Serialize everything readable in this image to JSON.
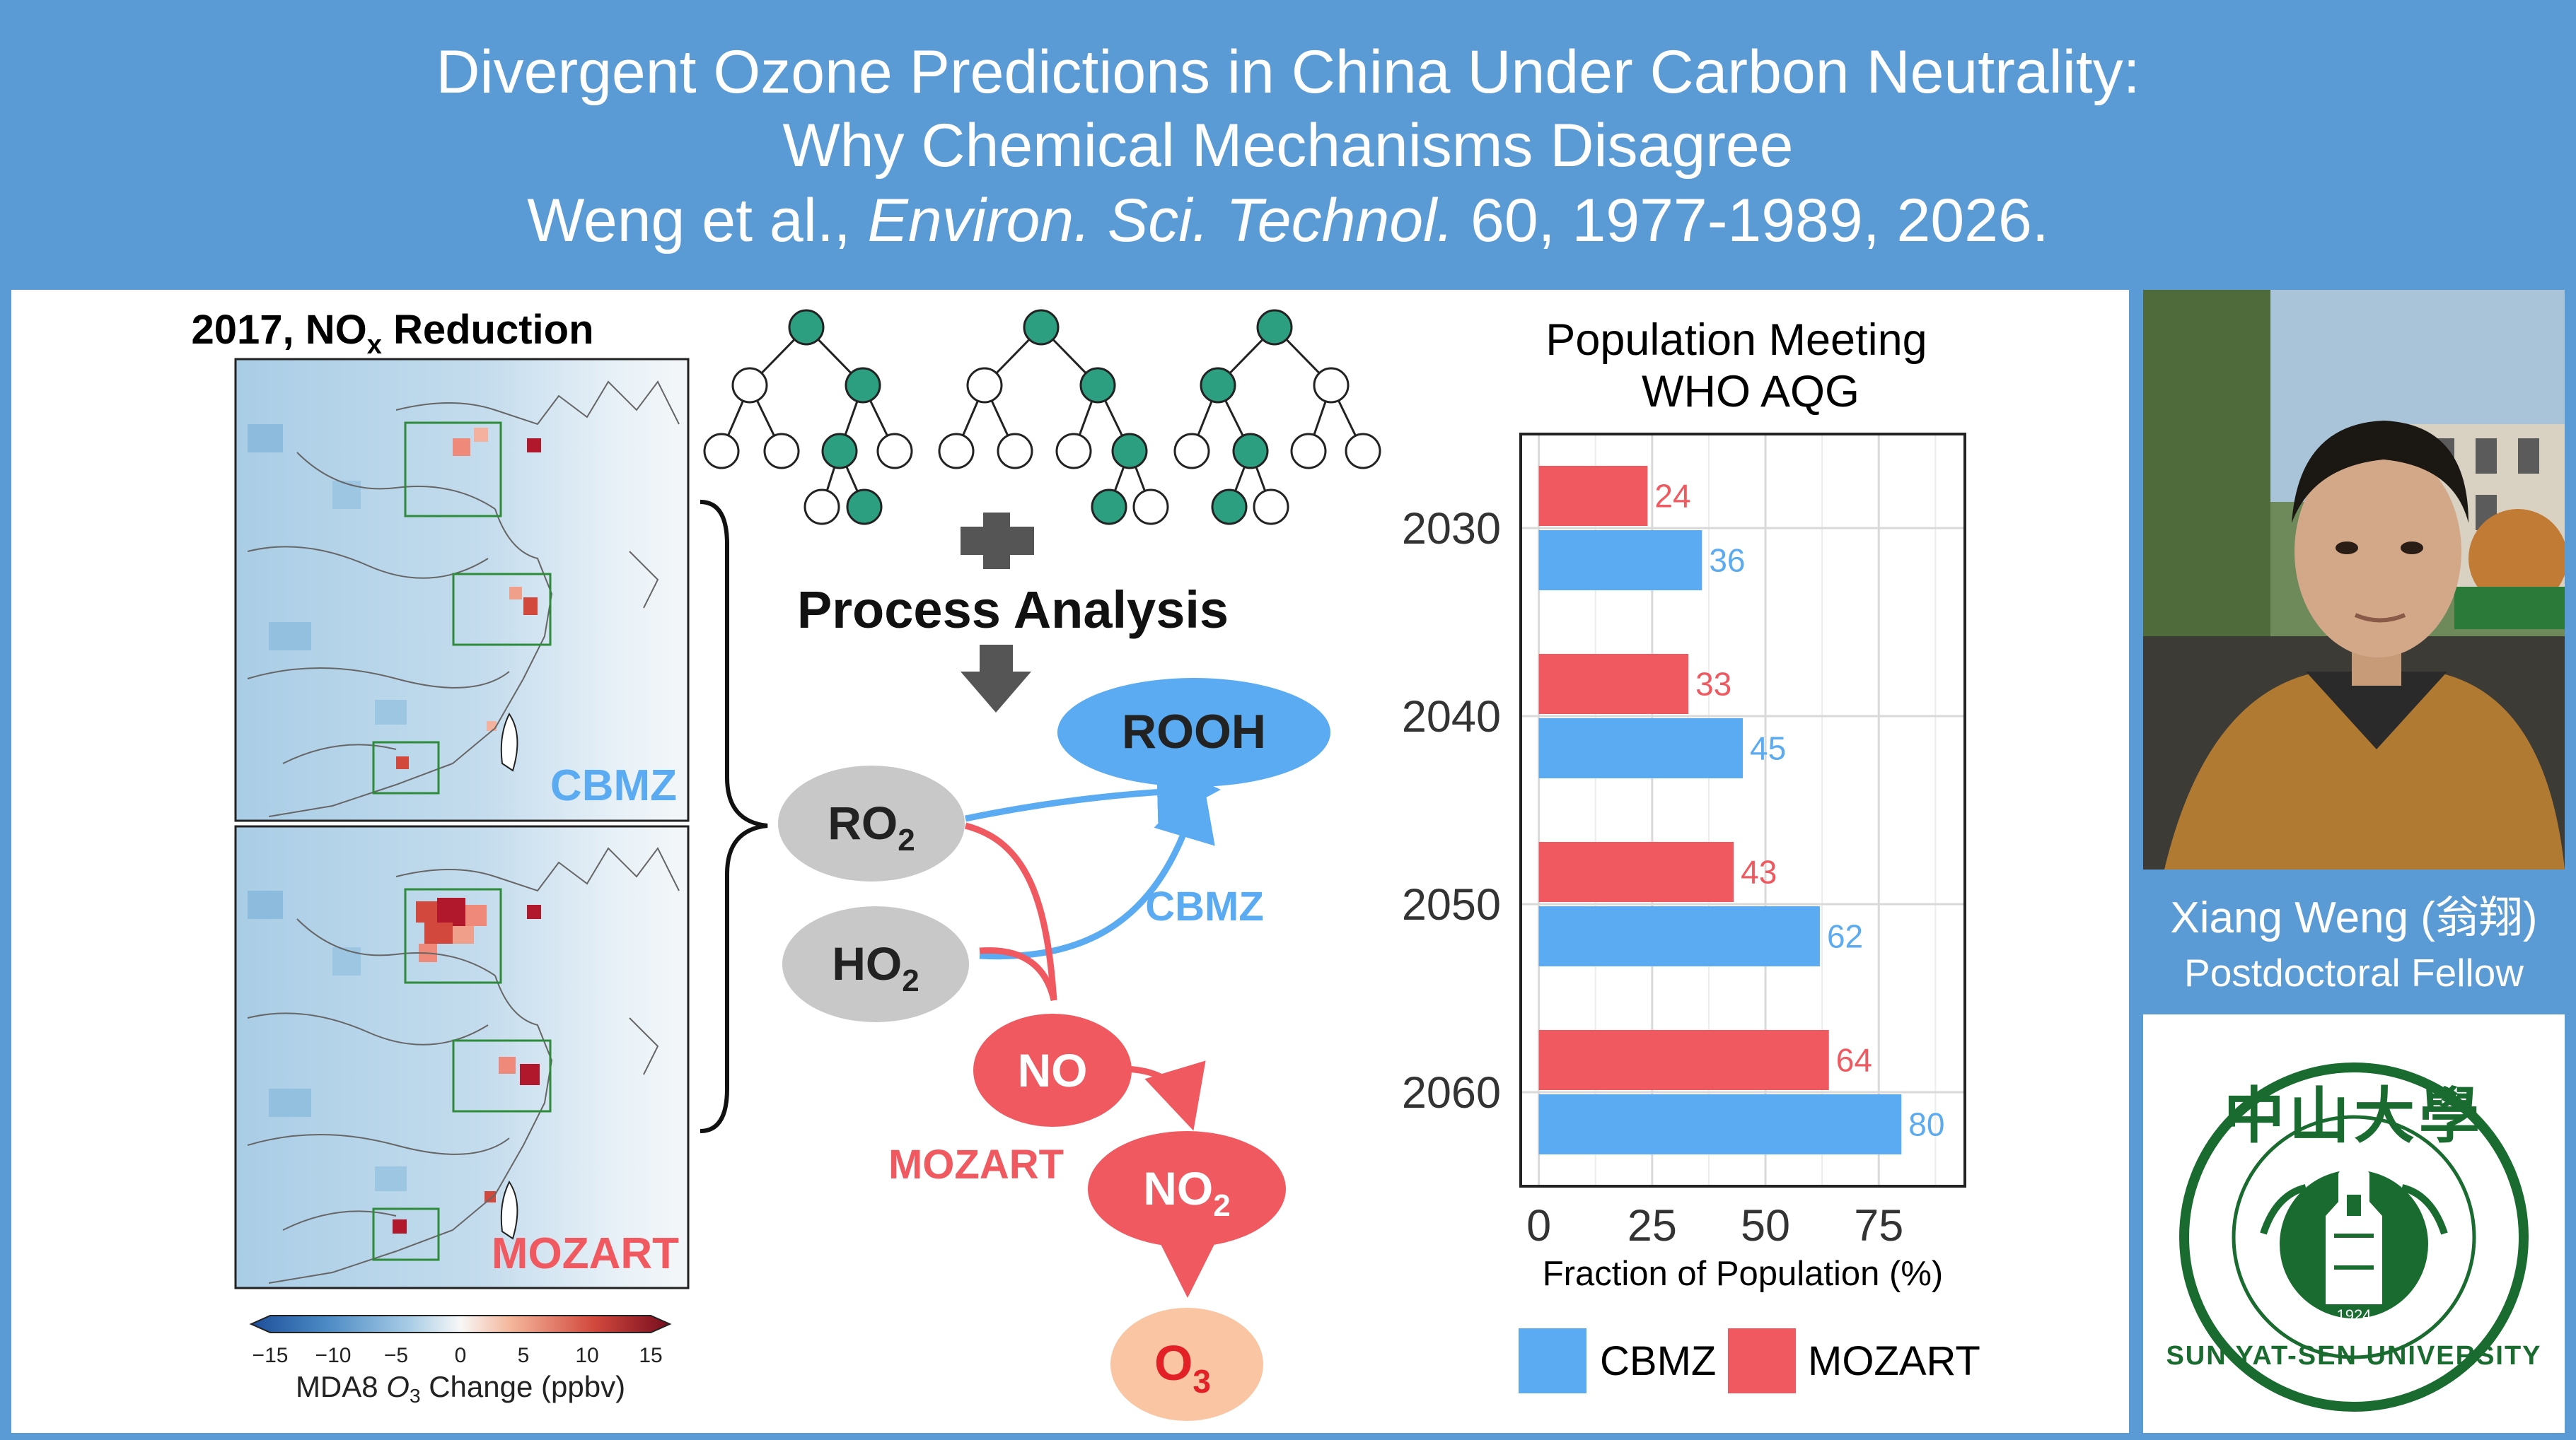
{
  "header": {
    "line1": "Divergent Ozone Predictions in China Under Carbon Neutrality:",
    "line2": "Why Chemical Mechanisms Disagree",
    "citation_authors": "Weng et al., ",
    "citation_journal": "Environ. Sci. Technol.",
    "citation_tail": " 60, 1977-1989, 2026."
  },
  "maps": {
    "title_prefix": "2017, NO",
    "title_sub": "x",
    "title_suffix": " Reduction",
    "panel_top_label": "CBMZ",
    "panel_bottom_label": "MOZART",
    "colorbar_ticks": [
      "−15",
      "−10",
      "−5",
      "0",
      "5",
      "10",
      "15"
    ],
    "colorbar_label_prefix": "MDA8 ",
    "colorbar_label_var": "O",
    "colorbar_label_sub": "3",
    "colorbar_label_suffix": " Change (ppbv)"
  },
  "diagram": {
    "process_label": "Process Analysis",
    "rooh": "ROOH",
    "ro2": "RO",
    "ro2_sub": "2",
    "ho2": "HO",
    "ho2_sub": "2",
    "no": "NO",
    "no2": "NO",
    "no2_sub": "2",
    "o3": "O",
    "o3_sub": "3",
    "cbmz_label": "CBMZ",
    "mozart_label": "MOZART"
  },
  "chart_data": {
    "type": "bar",
    "orientation": "horizontal",
    "title": "Population Meeting\nWHO AQG",
    "title_line1": "Population Meeting",
    "title_line2": "WHO AQG",
    "categories": [
      "2030",
      "2040",
      "2050",
      "2060"
    ],
    "series": [
      {
        "name": "MOZART",
        "color": "#f0595f",
        "values": [
          24,
          33,
          43,
          64
        ]
      },
      {
        "name": "CBMZ",
        "color": "#5aabf1",
        "values": [
          36,
          45,
          62,
          80
        ]
      }
    ],
    "xlabel": "Fraction of Population (%)",
    "xticks": [
      "0",
      "25",
      "50",
      "75"
    ],
    "xlim": [
      -4,
      94
    ],
    "grid": true,
    "legend_position": "bottom",
    "legend": [
      "CBMZ",
      "MOZART"
    ]
  },
  "person": {
    "name": "Xiang Weng (翁翔)",
    "title": "Postdoctoral Fellow"
  },
  "logo": {
    "text_top": "中山大學",
    "text_bottom": "SUN YAT-SEN UNIVERSITY",
    "year": "1924",
    "color": "#1a6b2f"
  },
  "colors": {
    "banner": "#5b9bd5",
    "cbmz_blue": "#5aabf1",
    "mozart_red": "#f0595f",
    "tree_node": "#2c9f80"
  }
}
